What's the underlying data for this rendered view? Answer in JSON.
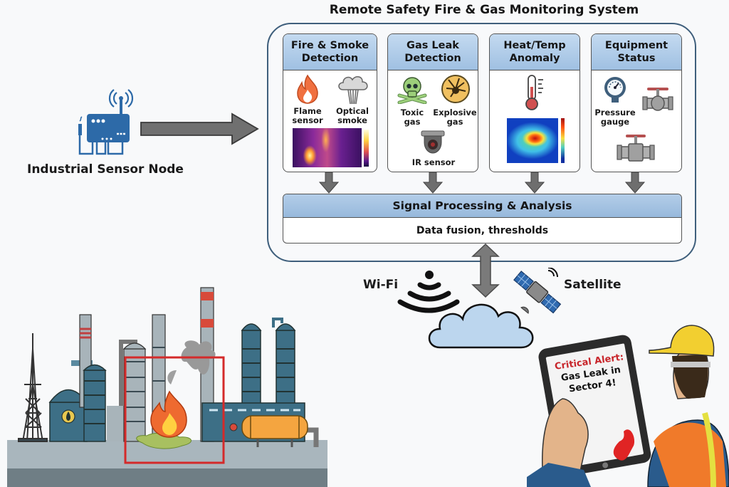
{
  "title": "Remote Safety Fire & Gas Monitoring System",
  "sensor_node": {
    "label": "Industrial Sensor Node",
    "icon": "sensor-node-icon"
  },
  "panels": [
    {
      "heading": "Fire & Smoke\nDetection",
      "items": [
        {
          "label": "Flame\nsensor",
          "icon": "flame-icon"
        },
        {
          "label": "Optical\nsmoke",
          "icon": "smoke-cloud-icon"
        }
      ],
      "image": "thermal-camera-image"
    },
    {
      "heading": "Gas Leak\nDetection",
      "items": [
        {
          "label": "Toxic\ngas",
          "icon": "skull-crossbones-icon"
        },
        {
          "label": "Explosive\ngas",
          "icon": "explosive-icon"
        },
        {
          "label": "IR sensor",
          "icon": "ir-dome-camera-icon"
        }
      ]
    },
    {
      "heading": "Heat/Temp\nAnomaly",
      "items": [
        {
          "icon": "thermometer-icon"
        }
      ],
      "image": "heatmap-image"
    },
    {
      "heading": "Equipment\nStatus",
      "items": [
        {
          "label": "Pressure\ngauge",
          "icon": "pressure-gauge-icon"
        },
        {
          "icon": "valve-icon"
        },
        {
          "icon": "valve-icon"
        }
      ]
    }
  ],
  "processing": {
    "heading": "Signal Processing & Analysis",
    "sub": "Data fusion, thresholds"
  },
  "comms": {
    "wifi": "Wi-Fi",
    "satellite": "Satellite",
    "cloud_icon": "cloud-icon"
  },
  "alert": {
    "line1": "Critical Alert:",
    "line2": "Gas Leak in",
    "line3": "Sector 4!",
    "color": "#c8262b"
  },
  "colors": {
    "panel_header": "#a9c7e6",
    "frame": "#3f5f7c",
    "arrow": "#6e6e6e",
    "hazard_box": "#d42a2a",
    "equipment": "#3d6f86"
  }
}
